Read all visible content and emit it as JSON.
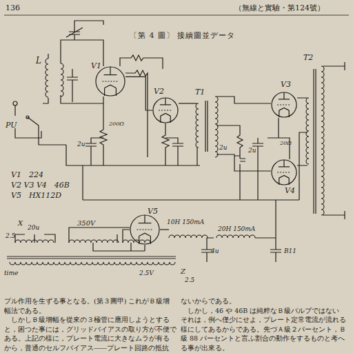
{
  "diagram": {
    "title": "〔第 4 圖〕 接續圖並データ",
    "nodes": [
      {
        "text": [
          "V1"
        ]
      },
      {
        "text": [
          "V2"
        ]
      },
      {
        "text": [
          "V3"
        ]
      },
      {
        "text": [
          "V4"
        ]
      },
      {
        "text": [
          "V5"
        ]
      }
    ],
    "edges": [
      {
        "from": 0,
        "to": 1,
        "arrow": "none"
      }
    ],
    "labels": [
      "136",
      "（無線と實驗・第124號）",
      "L",
      "PU",
      "T1",
      "T2",
      "V1　224",
      "V2 V3 V4　46B",
      "V5　HX112D",
      "X",
      "2.5",
      "20u",
      "350V",
      "10H 150mA",
      "20H 150mA",
      "4u",
      "B11",
      "time",
      "2.5V",
      "Z",
      "2.5",
      "2u",
      "2u",
      "2u",
      "20Ω",
      "200Ω",
      "プル作用を生ずる事となる。(第３圖甲) これがＢ級增",
      "幅法である。",
      "　しかしＢ級增幅を從來の３極管に應用しようとする",
      "と，困つた事には，グリッドバイアスの取り方が不便で",
      "ある。上記の樣に，プレート電流に大きなムラが有る",
      "から，普通のセルフバイアス――プレート回路の抵抗",
      "ないからである。",
      "　しかし，46 や 46B は純粹なＢ級バルブではない",
      "それは，例へ僅少にせよ，プレート定常電流が流れる",
      "樣にしてあるからである。先づＡ級２パーセント，Ｂ",
      "級 88 パーセントと言ふ割合の動作をするものと考へ",
      "る事が出來る。"
    ]
  }
}
